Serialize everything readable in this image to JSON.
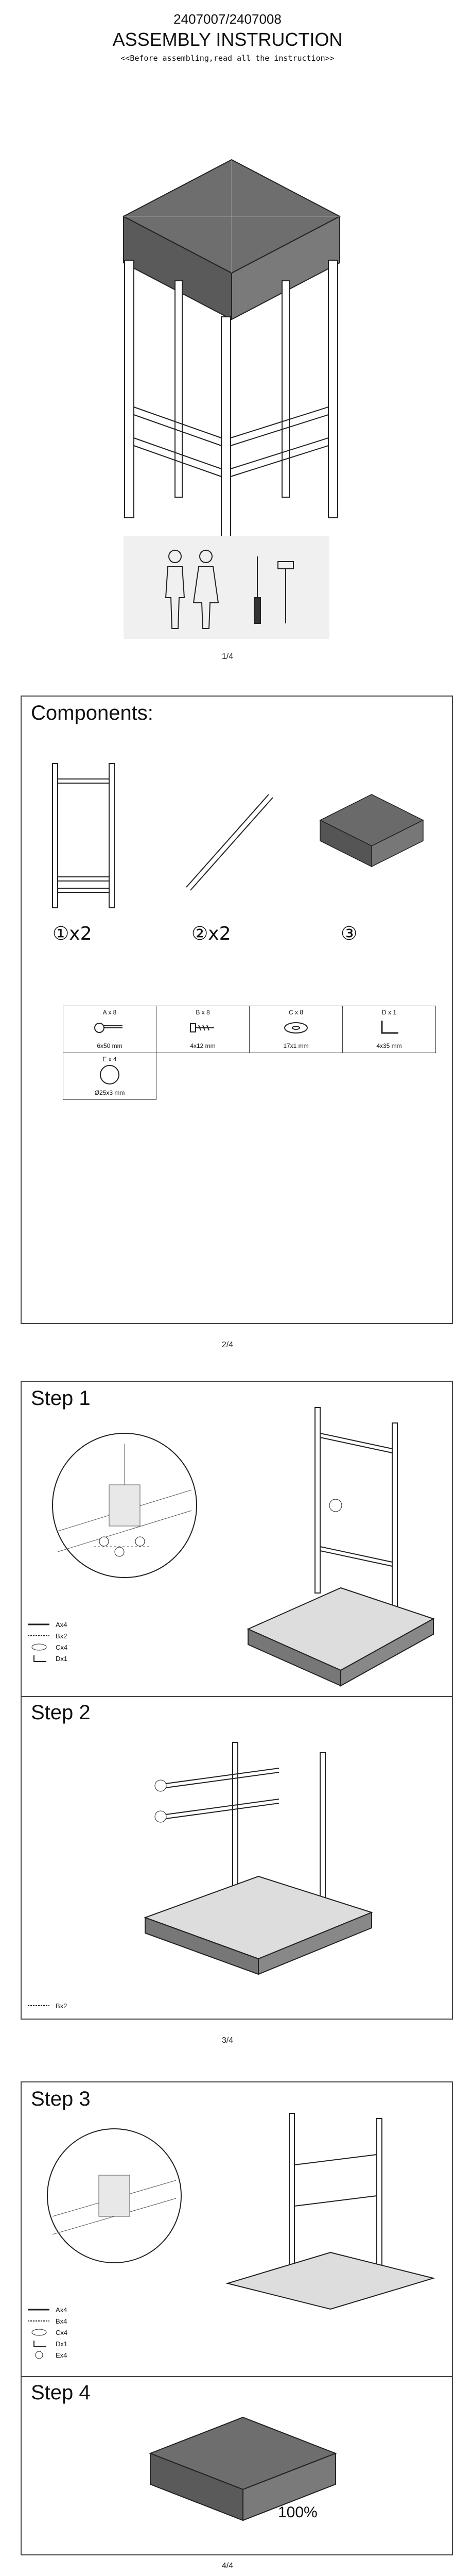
{
  "header": {
    "model": "2407007/2407008",
    "title": "ASSEMBLY INSTRUCTION",
    "subtitle": "<<Before assembling,read all the instruction>>"
  },
  "pages": {
    "p1": "1/4",
    "p2": "2/4",
    "p3": "3/4",
    "p4": "4/4"
  },
  "components": {
    "title": "Components:",
    "parts": [
      {
        "qty": "①x2"
      },
      {
        "qty": "②x2"
      },
      {
        "qty": "③"
      }
    ],
    "hardware": [
      {
        "label": "A x 8",
        "size": "6x50 mm",
        "icon": "bolt-icon"
      },
      {
        "label": "B x 8",
        "size": "4x12 mm",
        "icon": "screw-icon"
      },
      {
        "label": "C x 8",
        "size": "17x1 mm",
        "icon": "washer-icon"
      },
      {
        "label": "D x 1",
        "size": "4x35 mm",
        "icon": "allen-key-icon"
      },
      {
        "label": "E x 4",
        "size": "Ø25x3 mm",
        "icon": "felt-pad-icon"
      }
    ]
  },
  "steps": {
    "s1": {
      "title": "Step 1",
      "legend": [
        "Ax4",
        "Bx2",
        "Cx4",
        "Dx1"
      ]
    },
    "s2": {
      "title": "Step 2",
      "legend": [
        "Bx2"
      ]
    },
    "s3": {
      "title": "Step 3",
      "legend": [
        "Ax4",
        "Bx4",
        "Cx4",
        "Dx1",
        "Ex4"
      ]
    },
    "s4": {
      "title": "Step 4",
      "percent": "100%"
    }
  }
}
